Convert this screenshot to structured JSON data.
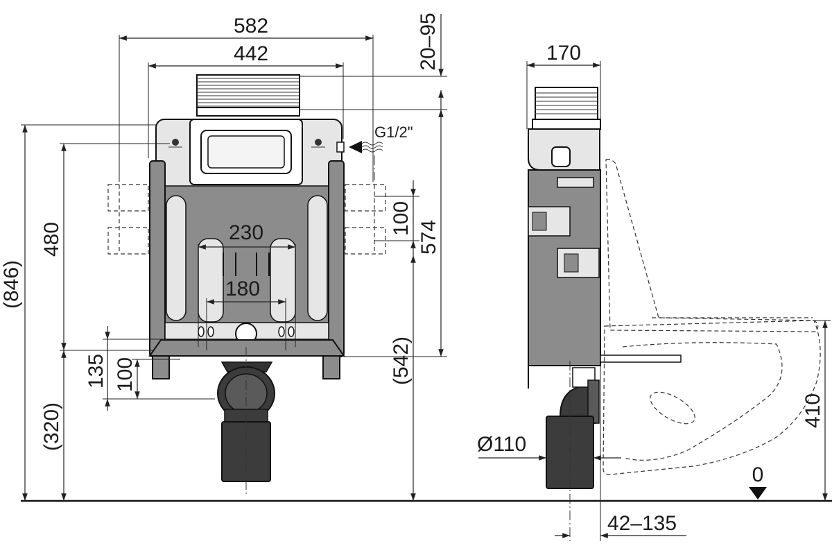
{
  "dimensions": {
    "front_width_outer": "582",
    "front_width_inner": "442",
    "top_adjust": "20–95",
    "inlet_label": "G1/2\"",
    "total_height": "(846)",
    "height_480": "480",
    "bracket_spacing": "100",
    "height_574": "574",
    "height_542": "(542)",
    "stud_spacing_230": "230",
    "stud_spacing_180": "180",
    "height_135": "135",
    "height_100_lower": "100",
    "height_320": "(320)",
    "side_width": "170",
    "pipe_diameter": "Ø110",
    "bowl_height": "410",
    "wall_offset": "42–135",
    "zero_level": "0"
  },
  "colors": {
    "frame_gray": "#8c8c8c",
    "dark_pipe": "#3c3c3c",
    "panel_light": "#e6e6e6"
  }
}
